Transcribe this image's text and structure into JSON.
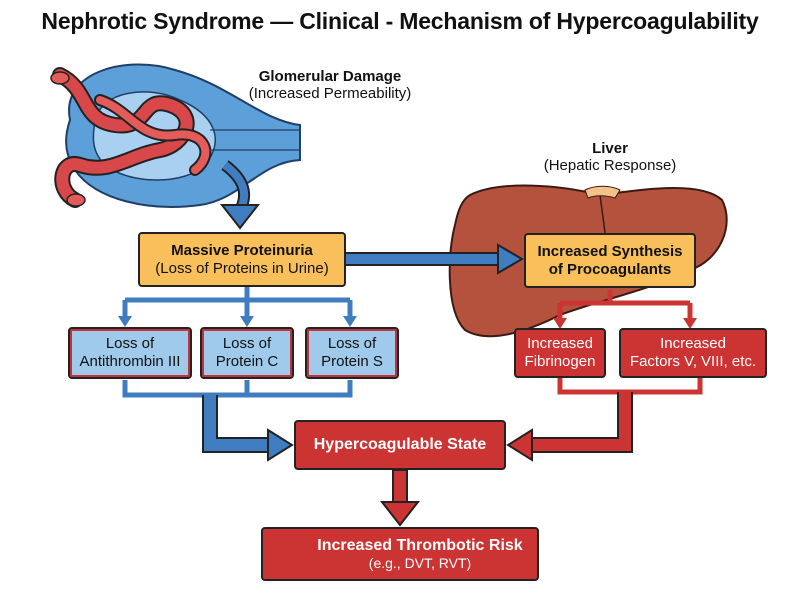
{
  "title": "Nephrotic Syndrome — Clinical - Mechanism of Hypercoagulability",
  "glomerular": {
    "title": "Glomerular Damage",
    "subtitle": "(Increased Permeability)"
  },
  "liver": {
    "title": "Liver",
    "subtitle": "(Hepatic Response)"
  },
  "proteinuria": {
    "title": "Massive Proteinuria",
    "subtitle": "(Loss of Proteins in Urine)"
  },
  "synthesis": {
    "line1": "Increased Synthesis",
    "line2": "of Procoagulants"
  },
  "losses": [
    {
      "line1": "Loss of",
      "line2": "Antithrombin III"
    },
    {
      "line1": "Loss of",
      "line2": "Protein C"
    },
    {
      "line1": "Loss of",
      "line2": "Protein S"
    }
  ],
  "increases": [
    {
      "line1": "Increased",
      "line2": "Fibrinogen"
    },
    {
      "line1": "Increased",
      "line2": "Factors V, VIII, etc."
    }
  ],
  "hypercoag": {
    "title": "Hypercoagulable State"
  },
  "risk": {
    "title": "Increased Thrombotic Risk",
    "subtitle": "(e.g., DVT, RVT)"
  },
  "colors": {
    "blue_arrow": "#3f7cc0",
    "red_arrow": "#cc3333",
    "orange_box": "#f8bf5a",
    "blue_box": "#9fcaeb",
    "red_box": "#cc3333",
    "liver": "#b5523e"
  }
}
